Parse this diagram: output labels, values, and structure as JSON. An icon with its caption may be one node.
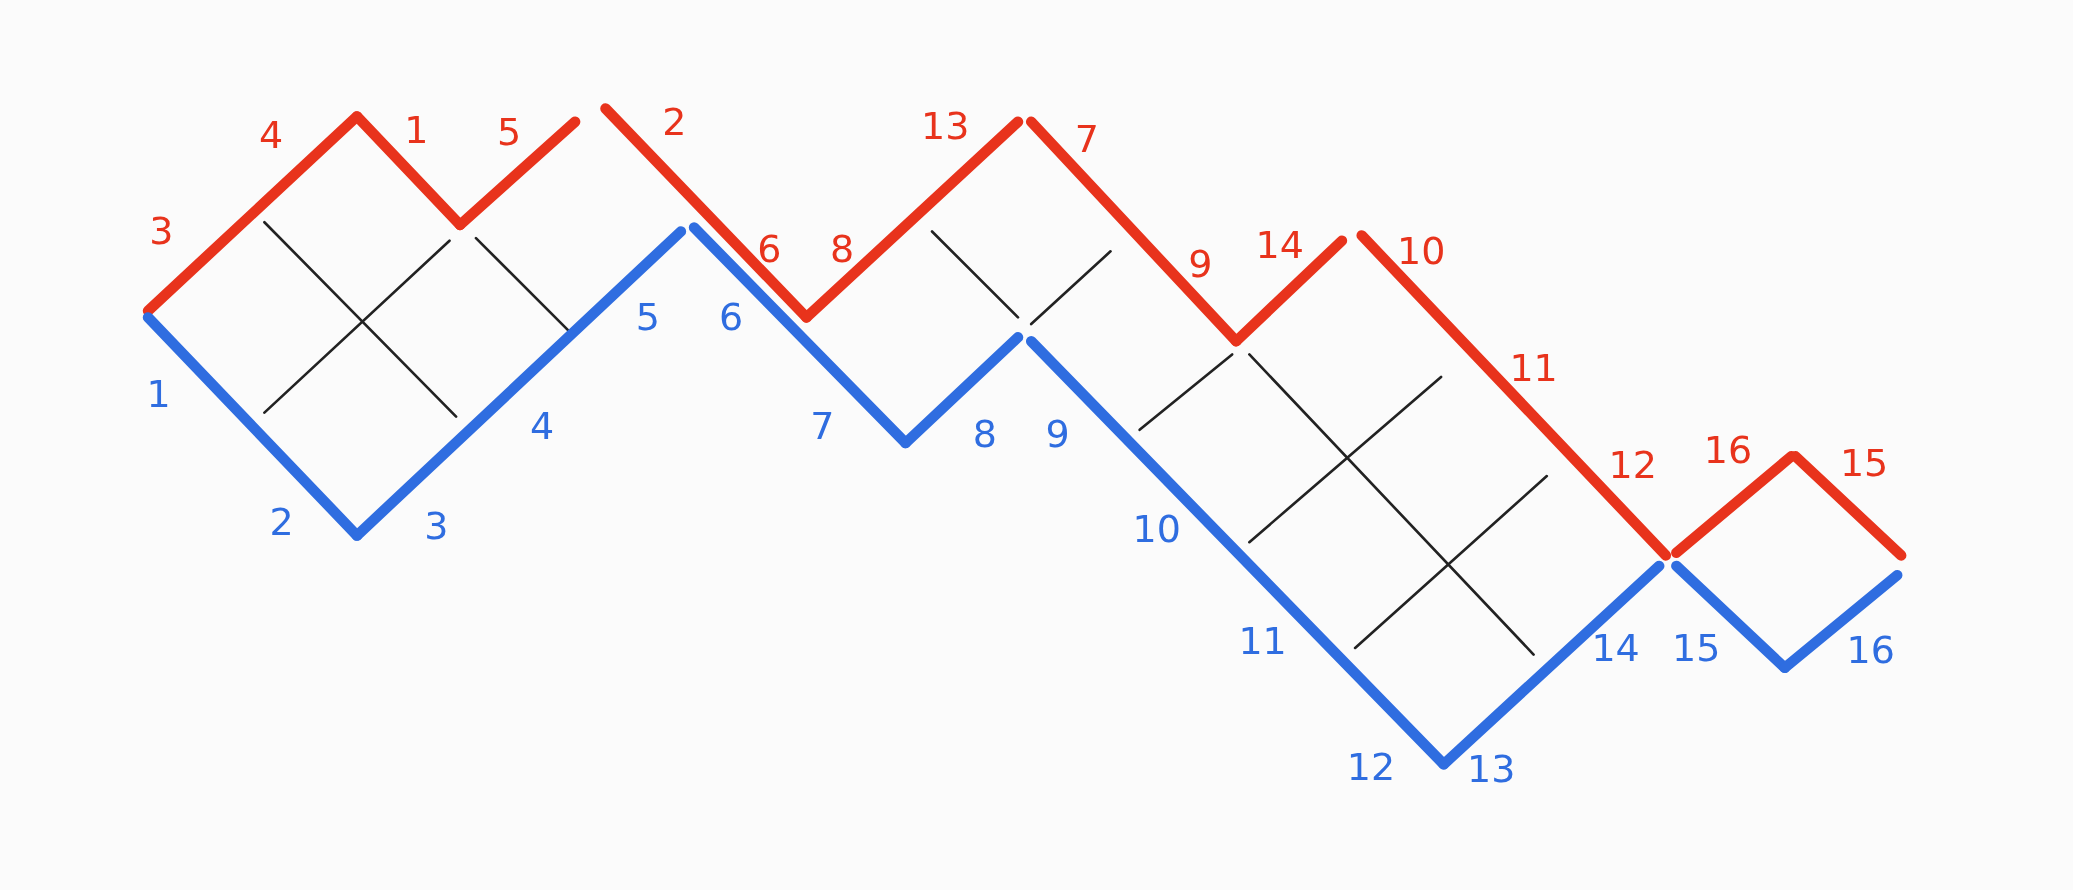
{
  "diagram": {
    "labels": [
      "3",
      "4",
      "1",
      "5",
      "2",
      "6",
      "8",
      "13",
      "7",
      "9",
      "14",
      "10",
      "11",
      "12",
      "16",
      "15",
      "1",
      "2",
      "3",
      "4",
      "5",
      "6",
      "7",
      "8",
      "9",
      "10",
      "11",
      "12",
      "13",
      "14",
      "15",
      "16"
    ]
  }
}
